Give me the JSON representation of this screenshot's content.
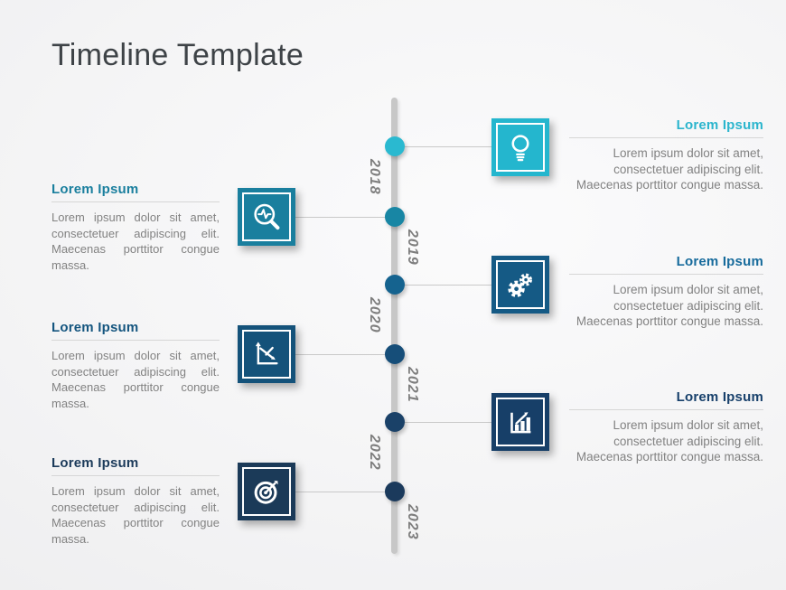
{
  "slide": {
    "title": "Timeline Template",
    "background_color": "#f2f2f4",
    "line_color": "#c7c7c7",
    "year_label_color": "#7e7e7e",
    "body_text_color": "#828282"
  },
  "timeline": {
    "items": [
      {
        "year": "2018",
        "side": "right",
        "icon": "lightbulb-icon",
        "accent": "#24b6ce",
        "dot_color": "#2ab9d0",
        "heading_color": "#2bb5cd",
        "heading": "Lorem Ipsum",
        "body": "Lorem ipsum dolor sit amet, consectetuer adipiscing elit. Maecenas porttitor congue massa."
      },
      {
        "year": "2019",
        "side": "left",
        "icon": "magnifier-pulse-icon",
        "accent": "#1a7f9e",
        "dot_color": "#1886a4",
        "heading_color": "#1a7f9e",
        "heading": "Lorem Ipsum",
        "body": "Lorem ipsum dolor sit amet, consectetuer adipiscing elit. Maecenas porttitor congue massa."
      },
      {
        "year": "2020",
        "side": "right",
        "icon": "gears-icon",
        "accent": "#155a85",
        "dot_color": "#15638f",
        "heading_color": "#176b9c",
        "heading": "Lorem Ipsum",
        "body": "Lorem ipsum dolor sit amet, consectetuer adipiscing elit. Maecenas porttitor congue massa."
      },
      {
        "year": "2021",
        "side": "left",
        "icon": "declining-chart-icon",
        "accent": "#14527a",
        "dot_color": "#164e79",
        "heading_color": "#14557f",
        "heading": "Lorem Ipsum",
        "body": "Lorem ipsum dolor sit amet, consectetuer adipiscing elit. Maecenas porttitor congue massa."
      },
      {
        "year": "2022",
        "side": "right",
        "icon": "bar-chart-growth-icon",
        "accent": "#173f68",
        "dot_color": "#1a4168",
        "heading_color": "#17406b",
        "heading": "Lorem Ipsum",
        "body": "Lorem ipsum dolor sit amet, consectetuer adipiscing elit. Maecenas porttitor congue massa."
      },
      {
        "year": "2023",
        "side": "left",
        "icon": "target-icon",
        "accent": "#1b3a58",
        "dot_color": "#1b3a5c",
        "heading_color": "#1b3a5a",
        "heading": "Lorem Ipsum",
        "body": "Lorem ipsum dolor sit amet, consectetuer adipiscing elit. Maecenas porttitor congue massa."
      }
    ]
  }
}
